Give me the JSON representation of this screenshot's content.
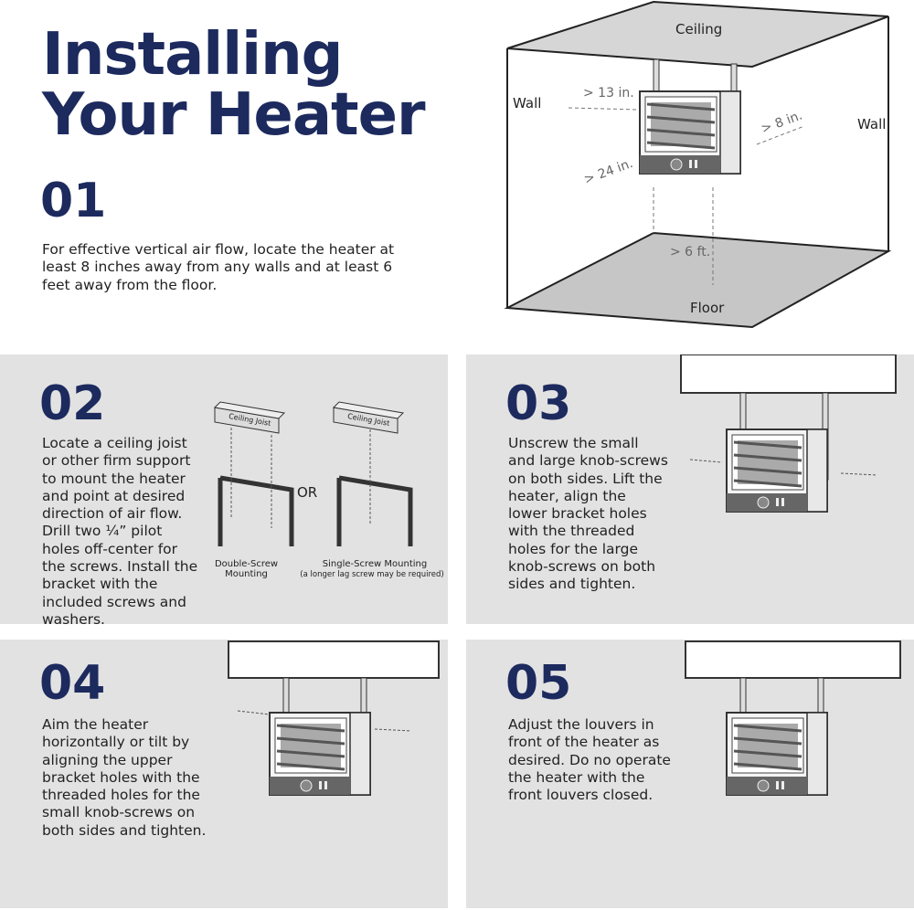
{
  "title": {
    "line1": "Installing",
    "line2": "Your Heater"
  },
  "steps": [
    {
      "num": "01",
      "text": "For effective vertical air flow, locate the heater at least 8 inches away from any walls and at least 6 feet away from the floor."
    },
    {
      "num": "02",
      "text": "Locate a ceiling joist or other firm support to mount the heater and point at desired direction of air flow. Drill two ¼” pilot holes off-center for the screws. Install the bracket with the included screws and washers."
    },
    {
      "num": "03",
      "text": "Unscrew the small and large knob-screws on both sides. Lift the heater, align the lower bracket holes with the threaded holes for the large knob-screws on both sides and tighten."
    },
    {
      "num": "04",
      "text": "Aim the heater horizontally or tilt by aligning the upper bracket holes with the threaded holes for the small knob-screws on both sides and tighten."
    },
    {
      "num": "05",
      "text": "Adjust the louvers in front of the heater as desired. Do no operate the heater with the front louvers closed."
    }
  ],
  "room": {
    "ceiling": "Ceiling",
    "wall_left": "Wall",
    "wall_right": "Wall",
    "floor": "Floor",
    "d_left": "> 13 in.",
    "d_right": "> 8 in.",
    "d_top": "> 24 in.",
    "d_floor": "> 6 ft."
  },
  "mounting": {
    "joist": "Ceiling Joist",
    "or": "OR",
    "double": "Double-Screw Mounting",
    "single": "Single-Screw Mounting",
    "single_note": "(a longer lag screw may be required)"
  }
}
